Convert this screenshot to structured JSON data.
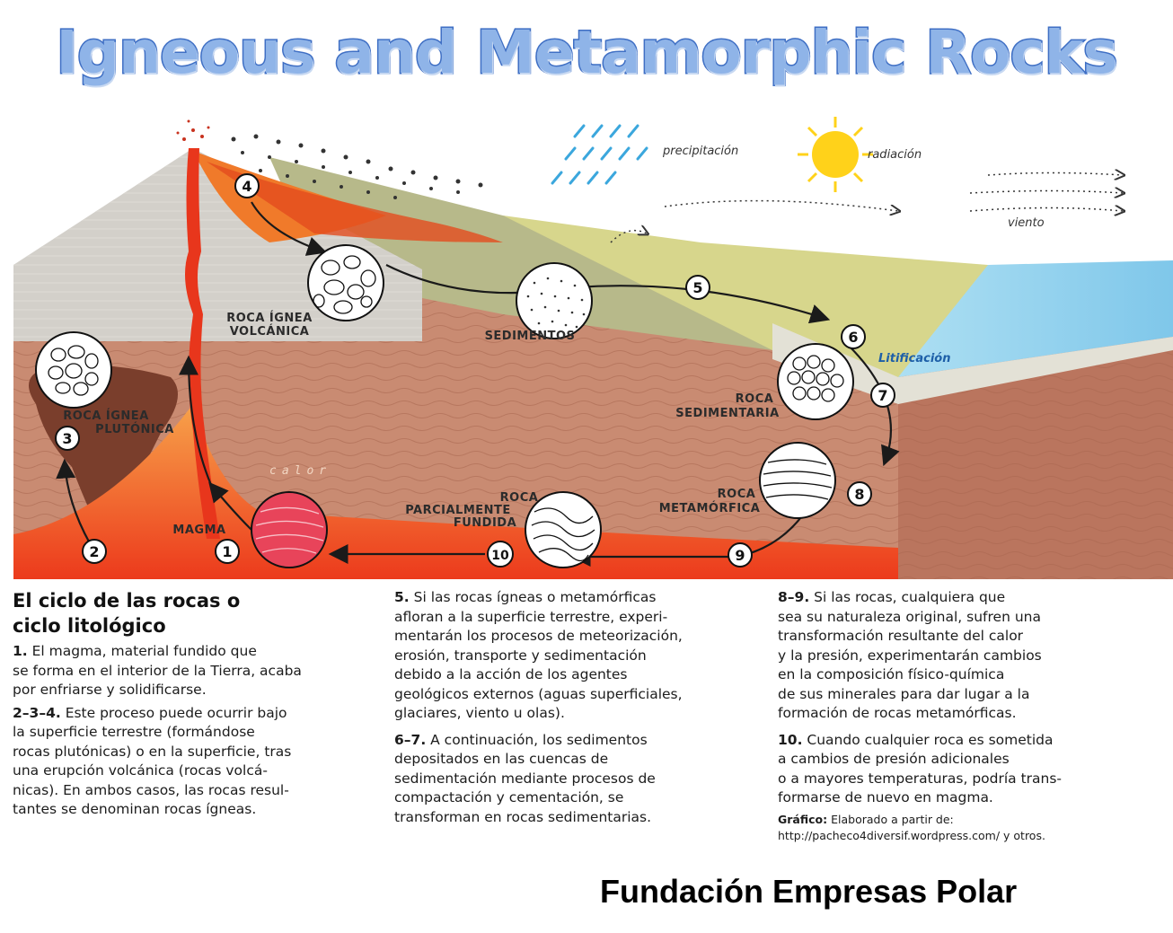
{
  "title": "Igneous and Metamorphic Rocks",
  "diagram": {
    "labels": {
      "precipitacion": "precipitación",
      "radiacion": "radiación",
      "viento": "viento",
      "roca_ignea_volcanica_1": "ROCA ÍGNEA",
      "roca_ignea_volcanica_2": "VOLCÁNICA",
      "roca_ignea_plutonica_1": "ROCA ÍGNEA",
      "roca_ignea_plutonica_2": "PLUTÓNICA",
      "sedimentos": "SEDIMENTOS",
      "litificacion": "Litificación",
      "roca_sedimentaria_1": "ROCA",
      "roca_sedimentaria_2": "SEDIMENTARIA",
      "calor": "calor",
      "magma": "MAGMA",
      "roca_parcialmente_fundida_1": "ROCA",
      "roca_parcialmente_fundida_2": "PARCIALMENTE",
      "roca_parcialmente_fundida_3": "FUNDIDA",
      "roca_metamorfica_1": "ROCA",
      "roca_metamorfica_2": "METAMÓRFICA"
    },
    "steps": [
      "1",
      "2",
      "3",
      "4",
      "5",
      "6",
      "7",
      "8",
      "9",
      "10"
    ],
    "colors": {
      "magma": "#e8361c",
      "lava": "#f07a2a",
      "crust": "#c98b72",
      "deep_crust": "#b8725c",
      "sediment": "#c8c98a",
      "sea": "#8fd0ec",
      "sun": "#ffd21a",
      "rain": "#3ba7dd"
    }
  },
  "text": {
    "heading_1": "El ciclo de las rocas o",
    "heading_2": "ciclo litológico",
    "p1_num": "1.",
    "p1_lines": [
      "El magma, material fundido que",
      "se forma en el interior de la Tierra, acaba",
      "por enfriarse y solidificarse."
    ],
    "p2_num": "2–3–4.",
    "p2_lines": [
      "Este proceso puede ocurrir bajo",
      "la superficie terrestre (formándose",
      "rocas plutónicas) o en la superficie, tras",
      "una erupción volcánica (rocas volcá-",
      "nicas). En ambos casos, las rocas resul-",
      "tantes se denominan rocas ígneas."
    ],
    "p5_num": "5.",
    "p5_lines": [
      "Si las rocas ígneas o metamórficas",
      "afloran a la superficie terrestre, experi-",
      "mentarán los procesos de meteorización,",
      "erosión, transporte y sedimentación",
      "debido a la acción de los agentes",
      "geológicos externos (aguas superficiales,",
      "glaciares, viento u olas)."
    ],
    "p6_num": "6–7.",
    "p6_lines": [
      "A continuación, los sedimentos",
      "depositados en las cuencas de",
      "sedimentación mediante procesos de",
      "compactación y cementación, se",
      "transforman en rocas sedimentarias."
    ],
    "p8_num": "8–9.",
    "p8_lines": [
      "Si las rocas, cualquiera que",
      "sea su naturaleza original, sufren una",
      "transformación resultante del calor",
      "y la presión, experimentarán cambios",
      "en la composición físico-química",
      "de sus minerales para dar lugar a la",
      "formación de rocas metamórficas."
    ],
    "p10_num": "10.",
    "p10_lines": [
      "Cuando cualquier roca es sometida",
      "a cambios de presión adicionales",
      "o a mayores temperaturas, podría trans-",
      "formarse de nuevo en magma."
    ],
    "credit_label": "Gráfico:",
    "credit_text": "Elaborado a partir de:",
    "credit_url": "http://pacheco4diversif.wordpress.com/ y otros."
  },
  "footer": "Fundación Empresas Polar"
}
